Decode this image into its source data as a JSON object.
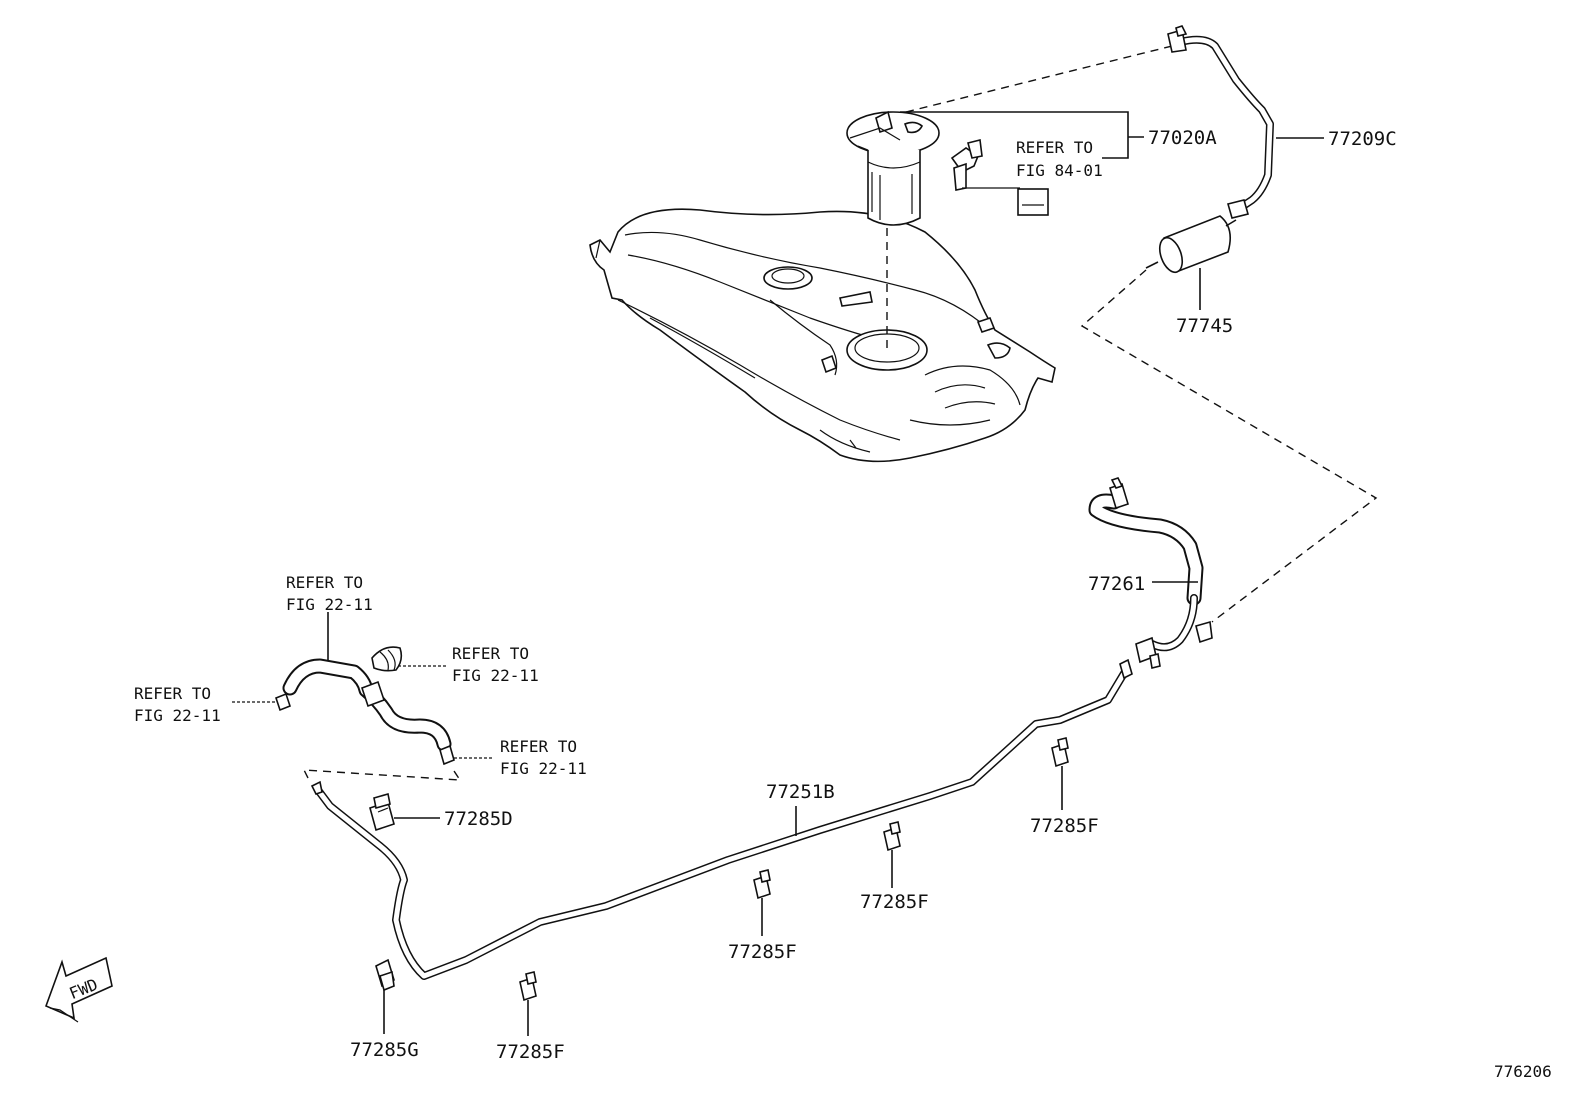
{
  "labels": {
    "p77020A": "77020A",
    "p77209C": "77209C",
    "p77745": "77745",
    "p77261": "77261",
    "p77251B": "77251B",
    "p77285D": "77285D",
    "p77285F_1": "77285F",
    "p77285F_2": "77285F",
    "p77285F_3": "77285F",
    "p77285F_4": "77285F",
    "p77285G": "77285G"
  },
  "refs": {
    "fig8401_line1": "REFER TO",
    "fig8401_line2": "FIG 84-01",
    "fig2211a_line1": "REFER TO",
    "fig2211a_line2": "FIG 22-11",
    "fig2211b_line1": "REFER TO",
    "fig2211b_line2": "FIG 22-11",
    "fig2211c_line1": "REFER TO",
    "fig2211c_line2": "FIG 22-11",
    "fig2211d_line1": "REFER TO",
    "fig2211d_line2": "FIG 22-11"
  },
  "fwd_label": "FWD",
  "diagram_id": "776206"
}
